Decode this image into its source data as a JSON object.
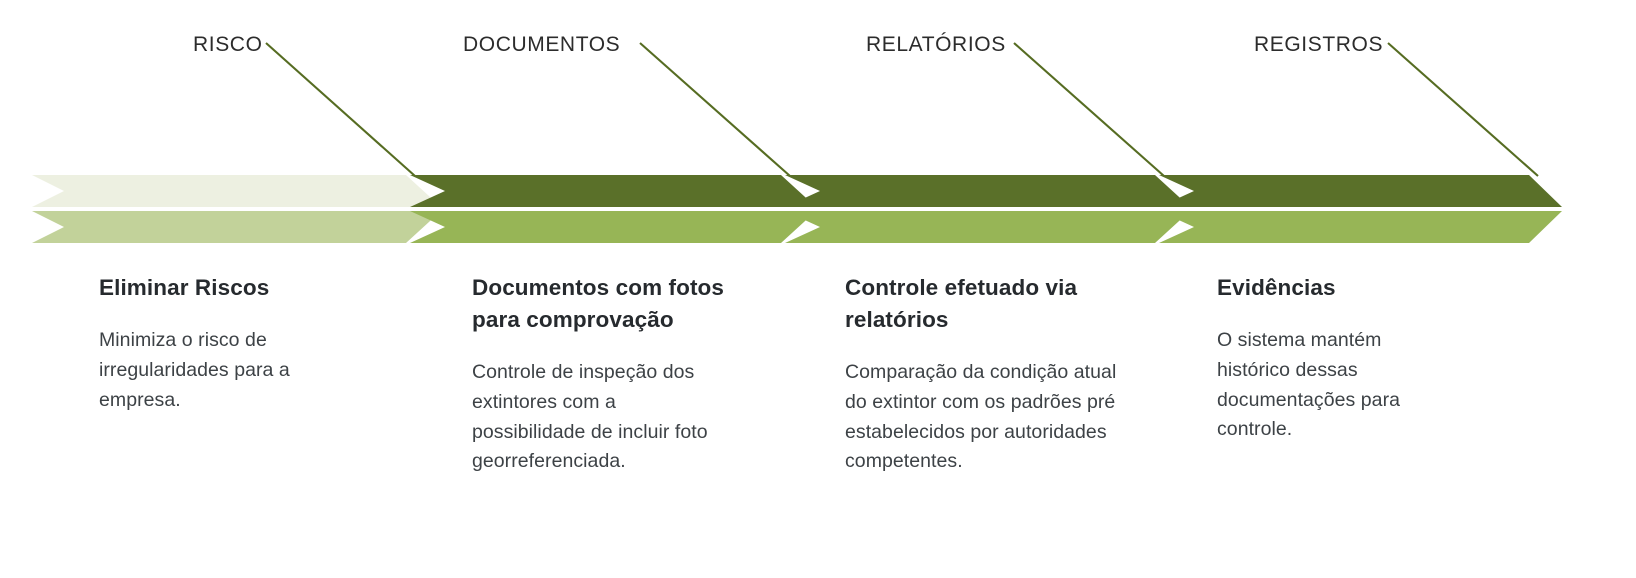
{
  "diagram": {
    "type": "chevron-process",
    "background_color": "#ffffff",
    "palette": {
      "segment_inactive_top": "#edf0e1",
      "segment_inactive_bottom": "#c2d29a",
      "segment_active_top": "#5a7029",
      "segment_active_bottom": "#97b556",
      "connector_line": "#566c22",
      "label_text": "#2c2c2c",
      "heading_text": "#262a2e",
      "body_text": "#3d4246"
    },
    "stages": [
      {
        "label": "RISCO",
        "heading": "Eliminar Riscos",
        "body": "Minimiza o risco de irregularidades para a empresa.",
        "active": false
      },
      {
        "label": "DOCUMENTOS",
        "heading": "Documentos com fotos para comprovação",
        "body": "Controle de inspeção dos extintores com a possibilidade de incluir foto georreferenciada.",
        "active": true
      },
      {
        "label": "RELATÓRIOS",
        "heading": "Controle efetuado via relatórios",
        "body": "Comparação da condição atual do extintor com os padrões pré estabelecidos por autoridades competentes.",
        "active": true
      },
      {
        "label": "REGISTROS",
        "heading": "Evidências",
        "body": "O sistema mantém histórico dessas documentações para controle.",
        "active": true
      }
    ]
  }
}
